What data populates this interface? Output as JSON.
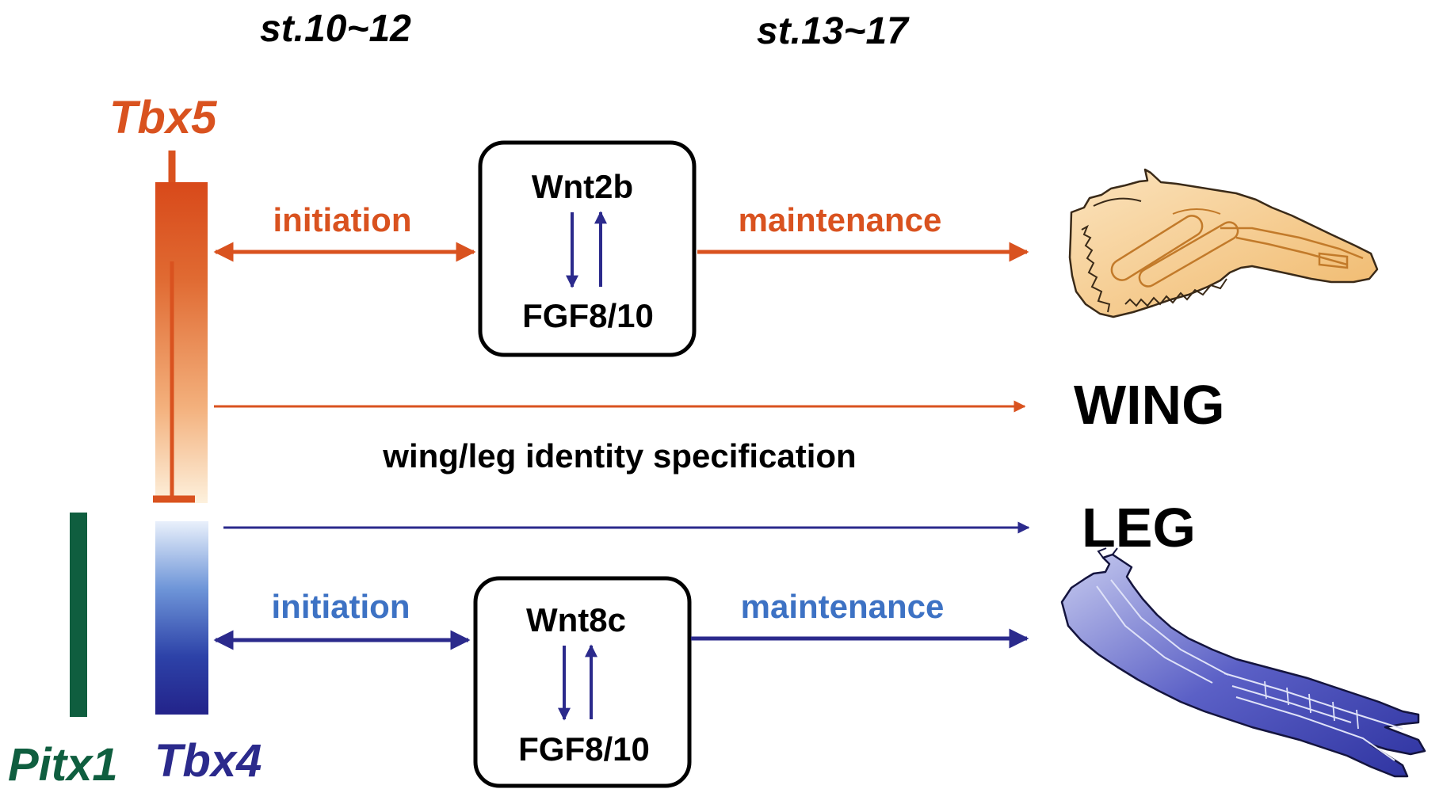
{
  "stages": {
    "early": "st.10~12",
    "late": "st.13~17"
  },
  "genes": {
    "tbx5": "Tbx5",
    "tbx4": "Tbx4",
    "pitx1": "Pitx1"
  },
  "wing_path": {
    "initiation": "initiation",
    "box_top": "Wnt2b",
    "box_bottom": "FGF8/10",
    "maintenance": "maintenance",
    "outcome": "WING"
  },
  "leg_path": {
    "initiation": "initiation",
    "box_top": "Wnt8c",
    "box_bottom": "FGF8/10",
    "maintenance": "maintenance",
    "outcome": "LEG"
  },
  "identity_label": "wing/leg identity specification",
  "colors": {
    "wing_orange": "#d9521f",
    "leg_navy": "#2b2a8c",
    "leg_label_blue": "#3d72c4",
    "pitx1_green": "#0f5e3f",
    "wing_fill": "#f5c98a",
    "leg_fill": "#5d62c8"
  },
  "icons": [
    "wing-skeleton-icon",
    "leg-skeleton-icon"
  ]
}
